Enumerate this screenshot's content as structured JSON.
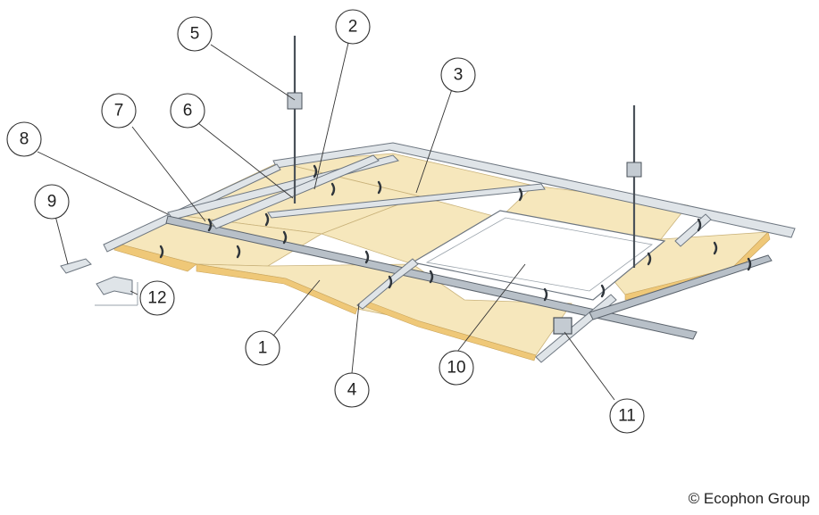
{
  "callouts": {
    "c1": "1",
    "c2": "2",
    "c3": "3",
    "c4": "4",
    "c5": "5",
    "c6": "6",
    "c7": "7",
    "c8": "8",
    "c9": "9",
    "c10": "10",
    "c11": "11",
    "c12": "12"
  },
  "copyright": "© Ecophon Group",
  "colors": {
    "panel_face": "#f6e7bc",
    "panel_edge": "#efc878",
    "profile": "#dfe4e8",
    "hatch_frame": "#ffffff"
  }
}
